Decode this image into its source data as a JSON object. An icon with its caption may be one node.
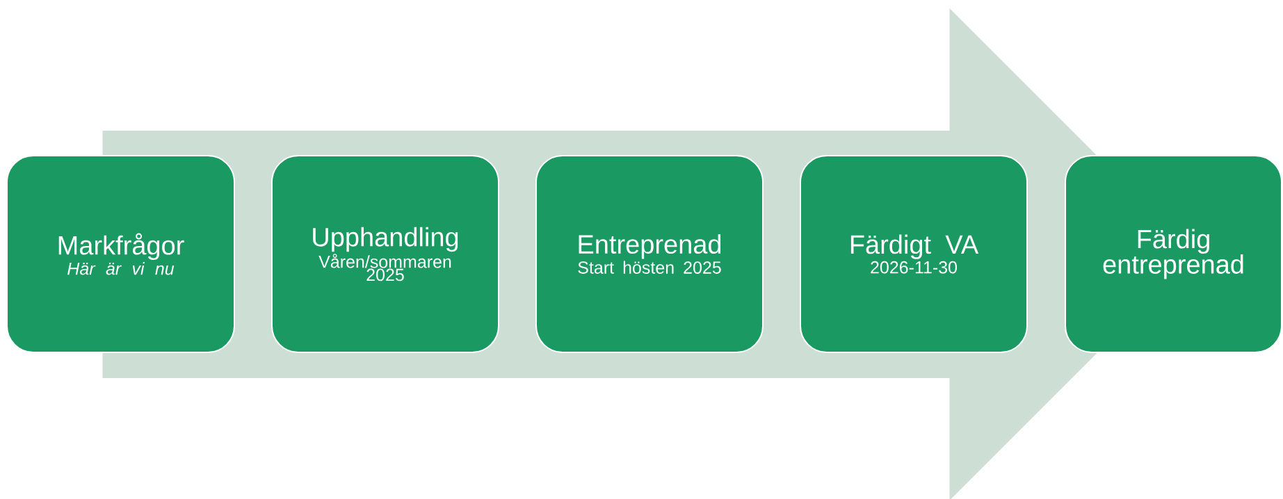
{
  "diagram": {
    "nodes": [
      {
        "text": [
          "Markfrågor",
          "Här är vi nu"
        ]
      },
      {
        "text": [
          "Upphandling",
          "Våren/sommaren 2025"
        ]
      },
      {
        "text": [
          "Entreprenad",
          "Start hösten 2025"
        ]
      },
      {
        "text": [
          "Färdigt VA",
          "2026-11-30"
        ]
      },
      {
        "text": [
          "Färdig entreprenad"
        ]
      }
    ],
    "edges": [
      {
        "from": 0,
        "to": 4,
        "arrow": "to"
      }
    ]
  }
}
